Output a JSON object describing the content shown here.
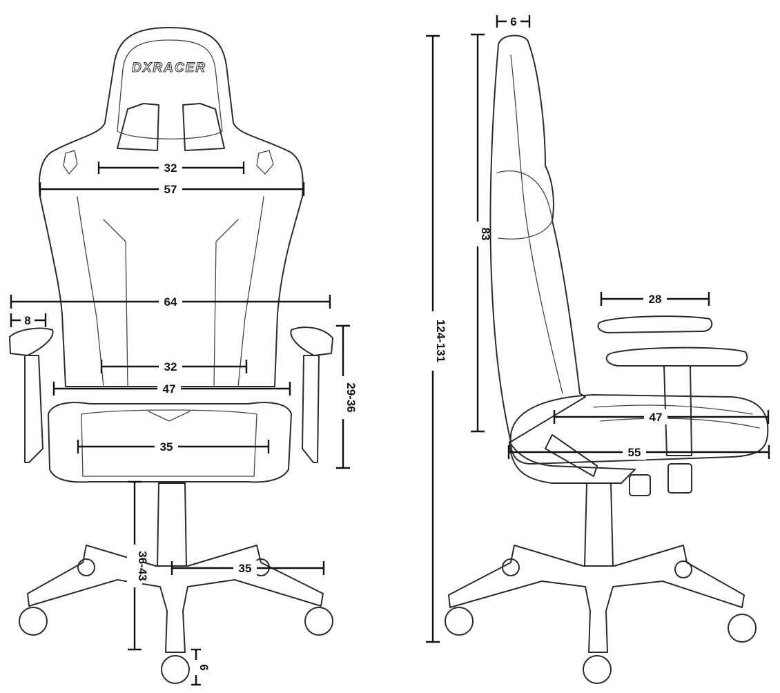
{
  "brand": {
    "logo_text": "DXRACER"
  },
  "front_view": {
    "dimensions": {
      "headrest_inner_width": "32",
      "backrest_top_width": "57",
      "armrest_outer_width": "64",
      "armpad_width": "8",
      "lumbar_width": "32",
      "seat_back_width": "47",
      "seat_width": "35",
      "armrest_height": "29-36",
      "seat_height_from_floor": "36-43",
      "base_radius": "35",
      "caster_height": "6"
    }
  },
  "side_view": {
    "dimensions": {
      "backrest_thickness": "6",
      "backrest_height": "83",
      "total_height": "124-131",
      "armpad_length": "28",
      "seat_depth": "47",
      "total_depth": "55"
    }
  }
}
